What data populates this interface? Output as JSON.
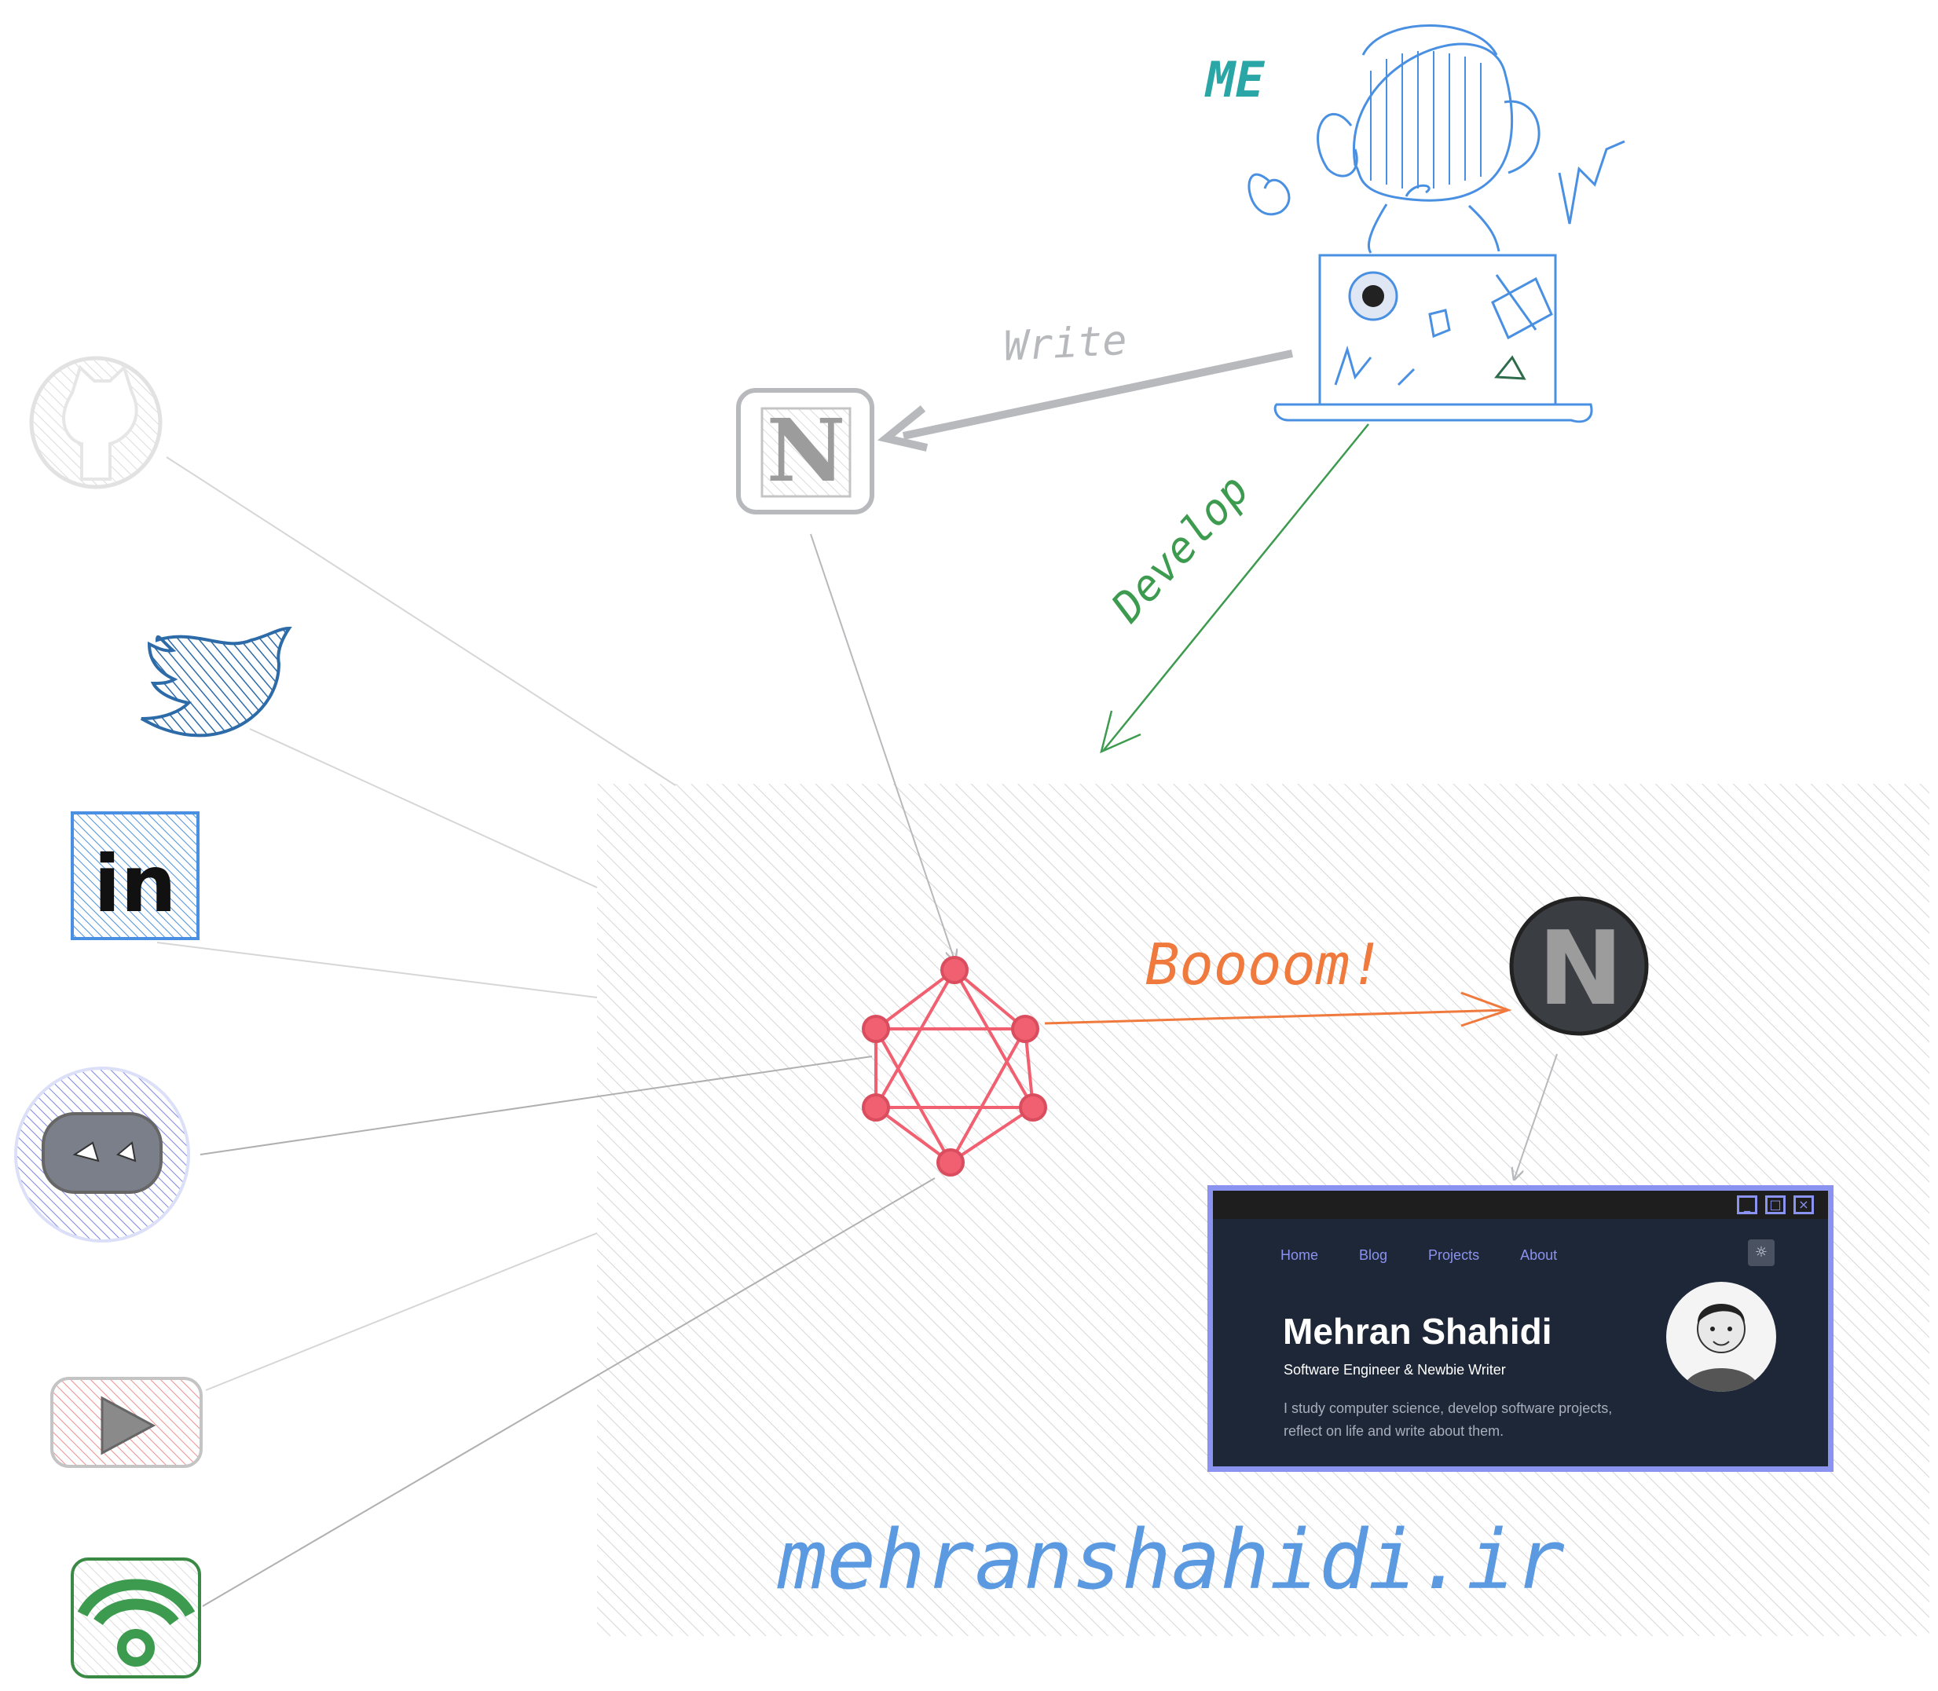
{
  "labels": {
    "me": "ME",
    "write": "Write",
    "develop": "Develop",
    "boom": "Boooom!",
    "domain": "mehranshahidi.ir"
  },
  "site": {
    "nav": [
      "Home",
      "Blog",
      "Projects",
      "About"
    ],
    "name": "Mehran Shahidi",
    "role": "Software Engineer & Newbie Writer",
    "description": "I study computer science, develop software projects, reflect on life and write about them."
  },
  "icons": {
    "github": "github-icon",
    "twitter": "twitter-icon",
    "linkedin": "linkedin-icon",
    "discord": "discord-icon",
    "youtube": "youtube-icon",
    "podcast": "podcast-icon",
    "notion": "notion-icon",
    "graphql": "graphql-icon",
    "next": "nextjs-icon",
    "developer": "developer-with-headset-icon",
    "theme_toggle": "sun-icon"
  },
  "colors": {
    "me_label": "#2aa6a6",
    "developer": "#4a90e2",
    "write": "#b7b9bd",
    "develop": "#3c9b4e",
    "boom": "#f07a3e",
    "graphql": "#f06070",
    "domain": "#5b9ae0",
    "site_bg": "#1e2738",
    "site_border": "#8b93f0"
  }
}
